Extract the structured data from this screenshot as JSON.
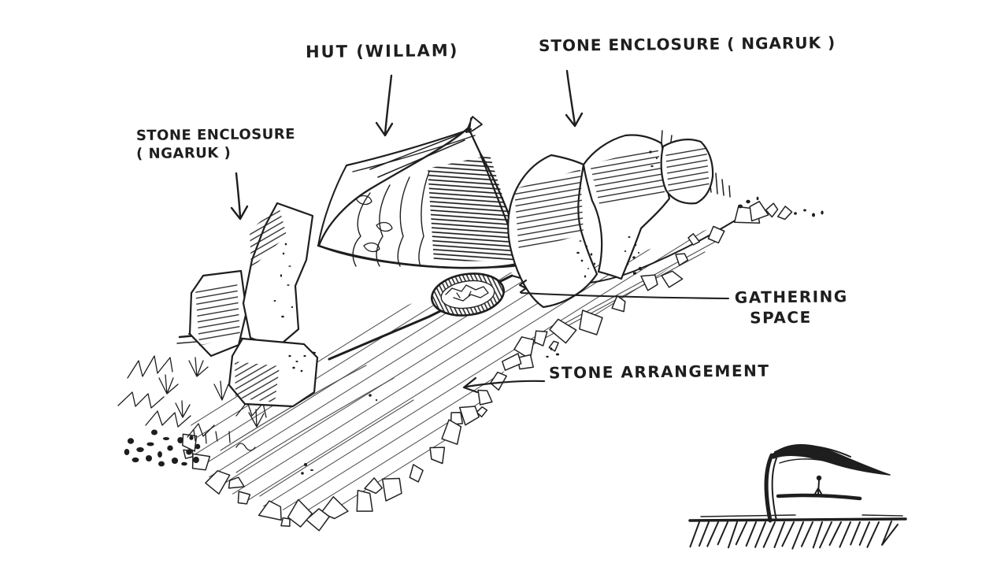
{
  "canvas": {
    "paper_color": "#ffffff",
    "ink_color": "#1e1e1e",
    "hatch_color": "#4a4a4a",
    "description": "Hand-drawn perspective sketch of an Aboriginal stone-house site: hut and stone enclosures on a mound with a gathering space and stone arrangement border, plus a small tree-and-figure scale vignette"
  },
  "labels": {
    "hut": "HUT (WILLAM)",
    "enclosure_right": "STONE ENCLOSURE ( NGARUK )",
    "enclosure_left_line1": "STONE ENCLOSURE",
    "enclosure_left_line2": "( NGARUK )",
    "gathering_line1": "GATHERING",
    "gathering_line2": "SPACE",
    "arrangement": "STONE ARRANGEMENT"
  }
}
